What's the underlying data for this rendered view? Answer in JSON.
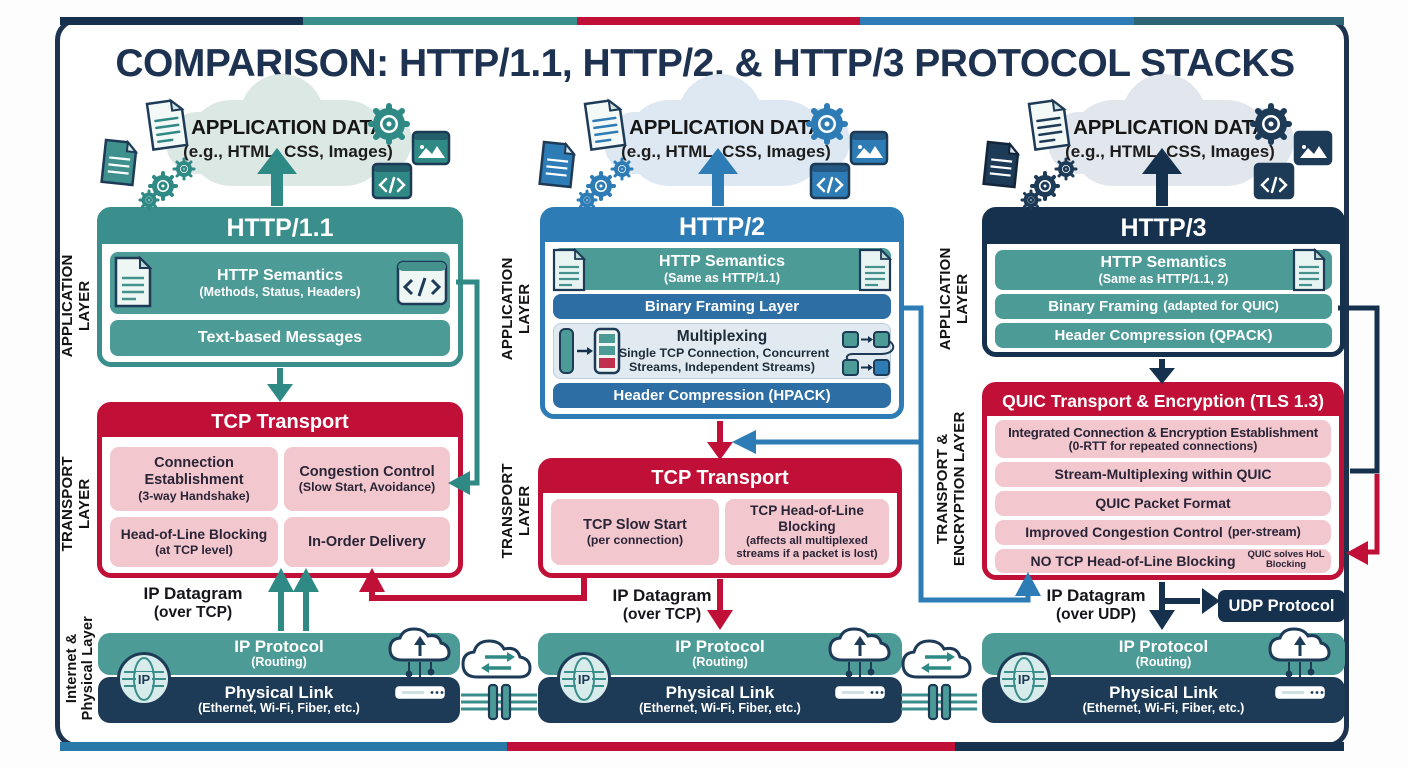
{
  "title": "COMPARISON: HTTP/1.1, HTTP/2, & HTTP/3 PROTOCOL STACKS",
  "cloud": {
    "title": "APPLICATION DATA",
    "subtitle": "(e.g., HTML, CSS, Images)"
  },
  "layers": {
    "application": "APPLICATION LAYER",
    "transport": "TRANSPORT LAYER",
    "internet_physical": "Internet & Physical Layer",
    "transport_encryption": "TRANSPORT & ENCRYPTION LAYER"
  },
  "col1": {
    "header": "HTTP/1.1",
    "semantics": {
      "title": "HTTP Semantics",
      "subtitle": "(Methods, Status, Headers)"
    },
    "row2": "Text-based Messages",
    "tcp": {
      "header": "TCP Transport",
      "cells": [
        {
          "title": "Connection Establishment",
          "subtitle": "(3-way Handshake)"
        },
        {
          "title": "Congestion Control",
          "subtitle": "(Slow Start, Avoidance)"
        },
        {
          "title": "Head-of-Line Blocking",
          "subtitle": "(at TCP level)"
        },
        {
          "title": "In-Order Delivery"
        }
      ]
    },
    "ip_datagram": {
      "line1": "IP Datagram",
      "line2": "(over TCP)"
    }
  },
  "col2": {
    "header": "HTTP/2",
    "semantics": {
      "title": "HTTP Semantics",
      "subtitle": "(Same as HTTP/1.1)"
    },
    "binary_framing": "Binary Framing Layer",
    "multiplexing": {
      "title": "Multiplexing",
      "subtitle": "(Single TCP Connection, Concurrent Streams, Independent Streams)"
    },
    "header_compression": "Header Compression (HPACK)",
    "tcp": {
      "header": "TCP Transport",
      "cells": [
        {
          "title": "TCP Slow Start",
          "subtitle": "(per connection)"
        },
        {
          "title": "TCP Head-of-Line Blocking",
          "subtitle": "(affects all multiplexed streams if a packet is lost)"
        }
      ]
    },
    "ip_datagram": {
      "line1": "IP Datagram",
      "line2": "(over TCP)"
    }
  },
  "col3": {
    "header": "HTTP/3",
    "semantics": {
      "title": "HTTP Semantics",
      "subtitle": "(Same as HTTP/1.1, 2)"
    },
    "binary_framing": {
      "main": "Binary Framing",
      "note": "(adapted for QUIC)"
    },
    "header_compression": "Header Compression (QPACK)",
    "quic": {
      "header": "QUIC Transport & Encryption (TLS 1.3)",
      "rows": [
        {
          "title": "Integrated Connection & Encryption Establishment",
          "subtitle": "(0-RTT for repeated connections)"
        },
        {
          "title": "Stream-Multiplexing within QUIC"
        },
        {
          "title": "QUIC Packet Format"
        },
        {
          "title": "Improved Congestion Control",
          "suffix": "(per-stream)"
        },
        {
          "title": "NO TCP Head-of-Line Blocking",
          "note": "QUIC solves HoL Blocking"
        }
      ]
    },
    "udp_protocol": "UDP Protocol",
    "ip_datagram": {
      "line1": "IP Datagram",
      "line2": "(over UDP)"
    }
  },
  "bottom": {
    "ip_protocol": {
      "title": "IP Protocol",
      "subtitle": "(Routing)"
    },
    "physical_link": {
      "title": "Physical Link",
      "subtitle": "(Ethernet, Wi-Fi, Fiber, etc.)"
    },
    "ip_badge": "IP"
  },
  "colors": {
    "teal": "#3a8e8b",
    "teal_row": "#4d9b97",
    "blue": "#2e7cb5",
    "blue_row": "#2d6fa4",
    "navy": "#16314d",
    "red": "#c01038",
    "pink": "#f2c7ce",
    "light_panel": "#e0eaf0"
  },
  "icons": [
    "document-icon",
    "gear-icon",
    "image-window-icon",
    "code-window-icon",
    "globe-ip-icon",
    "cloud-transfer-icon",
    "cloud-network-icon",
    "router-icon",
    "cable-icon",
    "arrow-up-icon",
    "arrow-down-icon"
  ]
}
